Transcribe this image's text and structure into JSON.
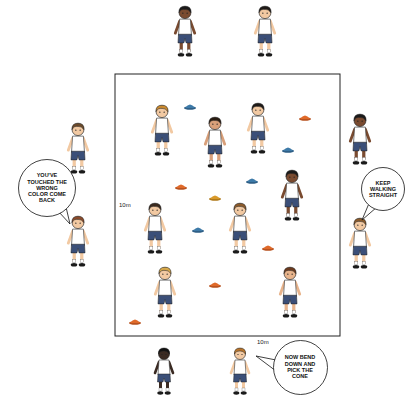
{
  "diagram": {
    "nodes": [
      {
        "text": [
          "YOU'VE TOUCHED THE WRONG COLOR COME BACK"
        ]
      },
      {
        "text": [
          "KEEP WALKING STRAIGHT"
        ]
      },
      {
        "text": [
          "NOW BEND DOWN AND PICK THE CONE"
        ]
      }
    ],
    "labels": [
      "10m",
      "10m"
    ]
  }
}
